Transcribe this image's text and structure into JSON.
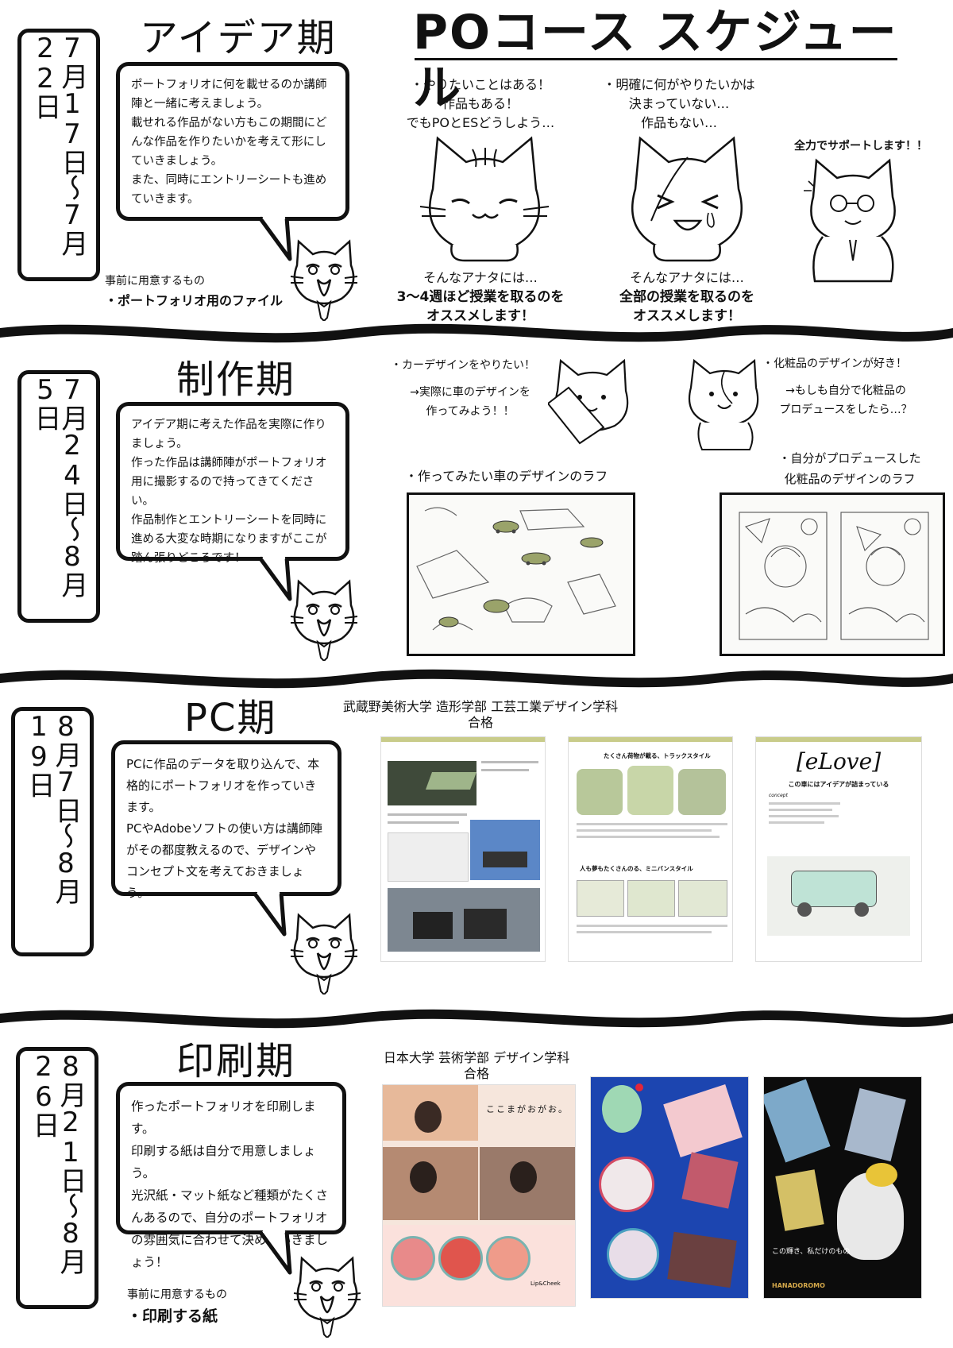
{
  "title": "POコース スケジュール",
  "phases": [
    {
      "name": "アイデア期",
      "date": "7月17日〜7月22日",
      "bubble": [
        "ポートフォリオに何を載せるのか講師陣と一緒に考えましょう。",
        "載せれる作品がない方もこの期間にどんな作品を作りたいかを考えて形にしていきましょう。",
        "また、同時にエントリーシートも進めていきます。"
      ],
      "prep_label": "事前に用意するもの",
      "prep_item": "・ポートフォリオ用のファイル"
    },
    {
      "name": "制作期",
      "date": "7月24日〜8月5日",
      "bubble": [
        "アイデア期に考えた作品を実際に作りましょう。",
        "作った作品は講師陣がポートフォリオ用に撮影するので持ってきてください。",
        "作品制作とエントリーシートを同時に進める大変な時期になりますがここが踏ん張りどころです！"
      ]
    },
    {
      "name": "PC期",
      "date": "8月7日〜8月19日",
      "bubble": [
        "PCに作品のデータを取り込んで、本格的にポートフォリオを作っていきます。",
        "PCやAdobeソフトの使い方は講師陣がその都度教えるので、デザインやコンセプト文を考えておきましょう。"
      ]
    },
    {
      "name": "印刷期",
      "date": "8月21日〜8月26日",
      "bubble": [
        "作ったポートフォリオを印刷します。",
        "印刷する紙は自分で用意しましょう。",
        "光沢紙・マット紙など種類がたくさんあるので、自分のポートフォリオの雰囲気に合わせて決めていきましょう！"
      ],
      "prep_label": "事前に用意するもの",
      "prep_item": "・印刷する紙"
    }
  ],
  "idea_section": {
    "case_a_lines": [
      "・やりたいことはある！",
      "作品もある！",
      "でもPOとESどうしよう…"
    ],
    "case_b_lines": [
      "・明確に何がやりたいかは",
      "決まっていない…",
      "作品もない…"
    ],
    "support": "全力でサポートします！！",
    "case_a_intro": "そんなアナタには…",
    "case_a_reco": [
      "3〜4週ほど授業を取るのを",
      "オススメします！"
    ],
    "case_b_intro": "そんなアナタには…",
    "case_b_reco": [
      "全部の授業を取るのを",
      "オススメします！"
    ]
  },
  "production_section": {
    "car_lines": [
      "・カーデザインをやりたい！",
      "→実際に車のデザインを",
      "作ってみよう！！"
    ],
    "car_caption": "・作ってみたい車のデザインのラフ",
    "cos_lines": [
      "・化粧品のデザインが好き！",
      "→もしも自分で化粧品の",
      "プロデュースをしたら…？"
    ],
    "cos_caption": [
      "・自分がプロデュースした",
      "化粧品のデザインのラフ"
    ]
  },
  "pc_section": {
    "school": "武蔵野美術大学 造形学部 工芸工業デザイン学科",
    "result": "合格",
    "page2_heading": "たくさん荷物が載る、トラックスタイル",
    "page2_subheading": "人も夢もたくさんのる、ミニバンスタイル",
    "page3_title": "[eLove]",
    "page3_subtitle": "この車にはアイデアが詰まっている",
    "page3_concept": "concept"
  },
  "print_section": {
    "school": "日本大学 芸術学部 デザイン学科",
    "result": "合格",
    "card1_title": "ここまがおがお。",
    "card1_brand": "Lip&Cheek",
    "card3_text": "この輝き、私だけのもの",
    "card3_brand": "HANADOROMO"
  },
  "colors": {
    "ink": "#111111",
    "page_accent": "#c9cc8a",
    "poster_blue": "#1c45b0",
    "poster_black": "#0c0c0c"
  }
}
